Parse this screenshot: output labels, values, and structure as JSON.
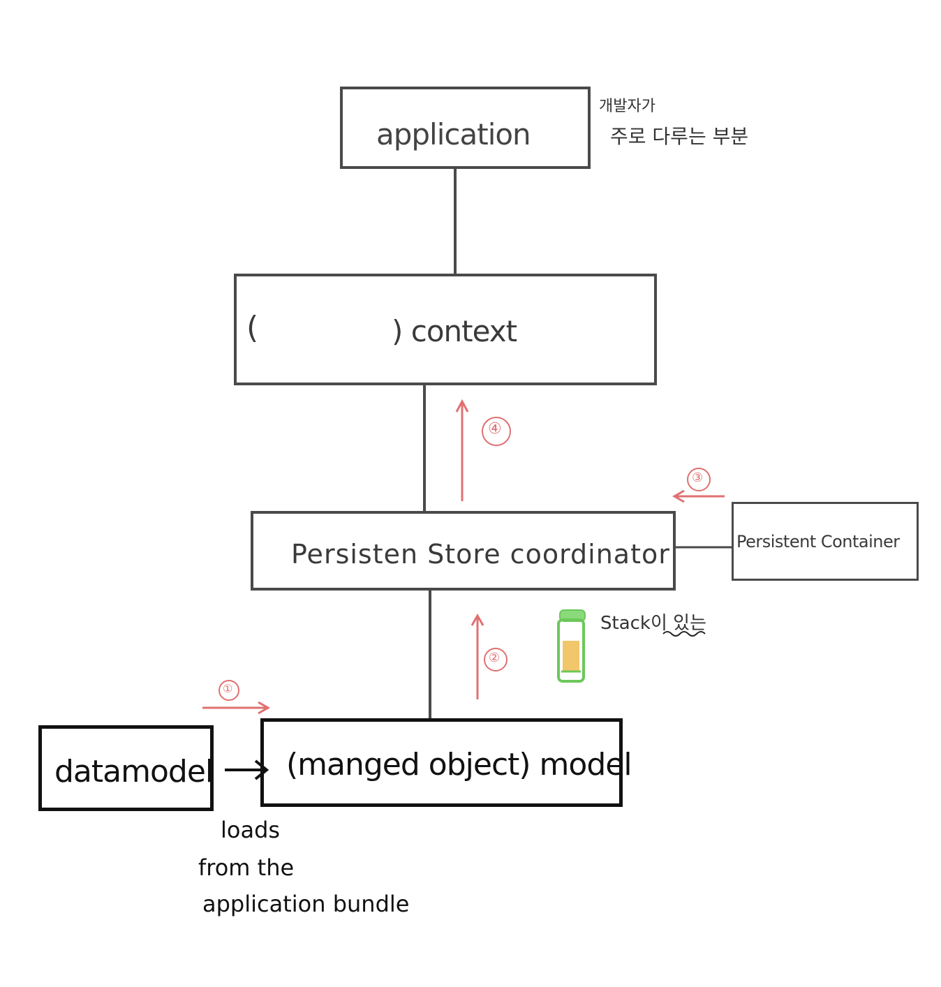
{
  "application": {
    "label": "application"
  },
  "developer_note": {
    "line1": "개발자가",
    "line2": "주로 다루는 부분"
  },
  "context": {
    "open_paren": "(",
    "label": ") context"
  },
  "coordinator": {
    "label": "Persisten Store coordinator"
  },
  "container": {
    "label": "Persistent Container"
  },
  "model": {
    "label": "(manged object) model"
  },
  "datamodel": {
    "label": "datamodel"
  },
  "loads_note": {
    "line1": "loads",
    "line2": "from the",
    "line3": "application bundle"
  },
  "stack_note": {
    "label": "Stack이 있는"
  },
  "steps": {
    "step1": "①",
    "step2": "②",
    "step3": "③",
    "step4": "④"
  },
  "colors": {
    "box_border": "#4a4a4a",
    "arrow": "#e07070",
    "battery_outline": "#6cc85a",
    "battery_fill": "#f2c66a"
  }
}
